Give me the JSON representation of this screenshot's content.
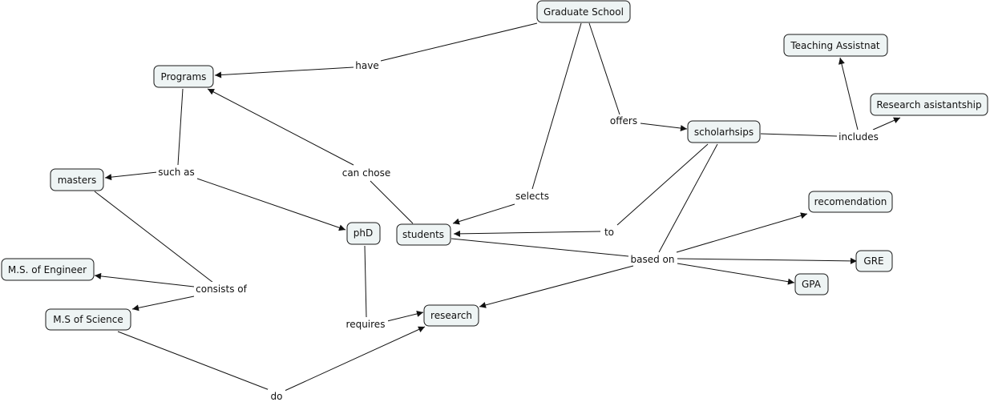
{
  "concepts": {
    "graduate_school": "Graduate School",
    "programs": "Programs",
    "teaching_assistnat": "Teaching Assistnat",
    "research_asistantship": "Research asistantship",
    "scholarhsips": "scholarhsips",
    "masters": "masters",
    "phd": "phD",
    "students": "students",
    "recomendation": "recomendation",
    "gre": "GRE",
    "gpa": "GPA",
    "ms_engineer": "M.S. of Engineer",
    "ms_science": "M.S of Science",
    "research": "research"
  },
  "linking_phrases": {
    "have": "have",
    "offers": "offers",
    "includes": "includes",
    "such_as": "such as",
    "can_chose": "can chose",
    "selects": "selects",
    "to": "to",
    "based_on": "based on",
    "consists_of": "consists of",
    "requires": "requires",
    "do": "do"
  }
}
